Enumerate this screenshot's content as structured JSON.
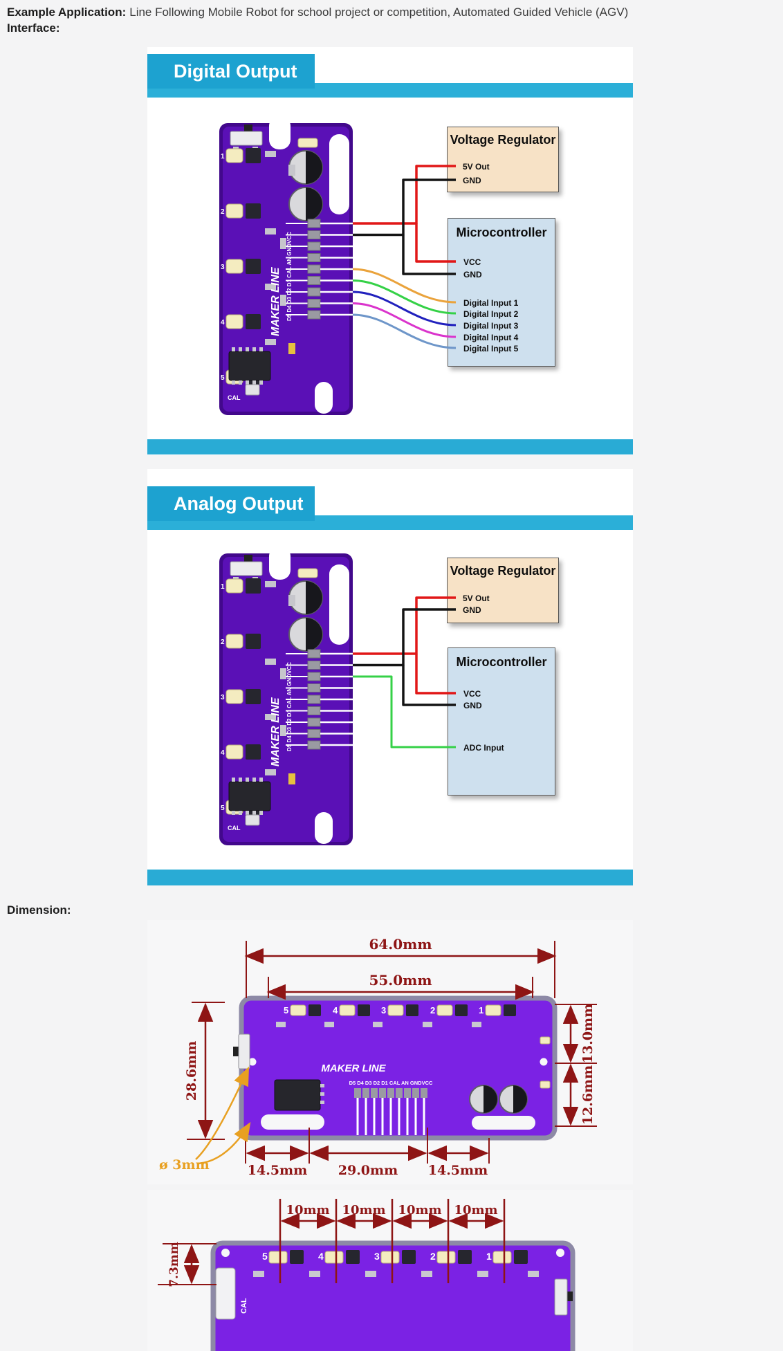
{
  "intro": {
    "bold": "Example Application:",
    "text": "Line Following Mobile Robot for school project or competition, Automated Guided Vehicle (AGV)",
    "interface_label": "Interface:",
    "dimension_label": "Dimension:"
  },
  "digital": {
    "title": "Digital Output",
    "regulator": {
      "title": "Voltage Regulator",
      "pin1": "5V Out",
      "pin2": "GND"
    },
    "micro": {
      "title": "Microcontroller",
      "pin_vcc": "VCC",
      "pin_gnd": "GND",
      "inputs": [
        "Digital Input 1",
        "Digital Input 2",
        "Digital Input 3",
        "Digital Input 4",
        "Digital Input 5"
      ]
    }
  },
  "analog": {
    "title": "Analog Output",
    "regulator": {
      "title": "Voltage Regulator",
      "pin1": "5V Out",
      "pin2": "GND"
    },
    "micro": {
      "title": "Microcontroller",
      "pin_vcc": "VCC",
      "pin_gnd": "GND",
      "inputs": [
        "ADC Input"
      ]
    }
  },
  "board": {
    "brand": "MAKER LINE",
    "pin_row": "D5 D4 D3 D2 D1 CAL AN GNDVCC",
    "cal": "CAL",
    "sensors": [
      "1",
      "2",
      "3",
      "4",
      "5"
    ],
    "sensors_rev": [
      "5",
      "4",
      "3",
      "2",
      "1"
    ]
  },
  "dim1": {
    "outer_width": "64.0mm",
    "inner_width": "55.0mm",
    "left_height": "28.6mm",
    "right_top": "13.0mm",
    "right_bottom": "12.6mm",
    "bottom_left": "14.5mm",
    "bottom_mid": "29.0mm",
    "bottom_right": "14.5mm",
    "hole": "ø 3mm"
  },
  "dim2": {
    "pitch": [
      "10mm",
      "10mm",
      "10mm",
      "10mm"
    ],
    "height": "7.3mm"
  },
  "colors": {
    "banner": "#1da2d0",
    "strip": "#29abd5",
    "regulator_fill": "#f7e2c6",
    "micro_fill": "#cee0ee",
    "wire_red": "#e11717",
    "wire_black": "#141414",
    "wire_orange": "#eaa33c",
    "wire_green": "#35d147",
    "wire_blue": "#2020bd",
    "wire_magenta": "#da33cc",
    "wire_steel": "#6e96c9",
    "dimension_red": "#8e1515",
    "dimension_gold": "#e8a021",
    "pcb_purple": "#5a10b6"
  }
}
